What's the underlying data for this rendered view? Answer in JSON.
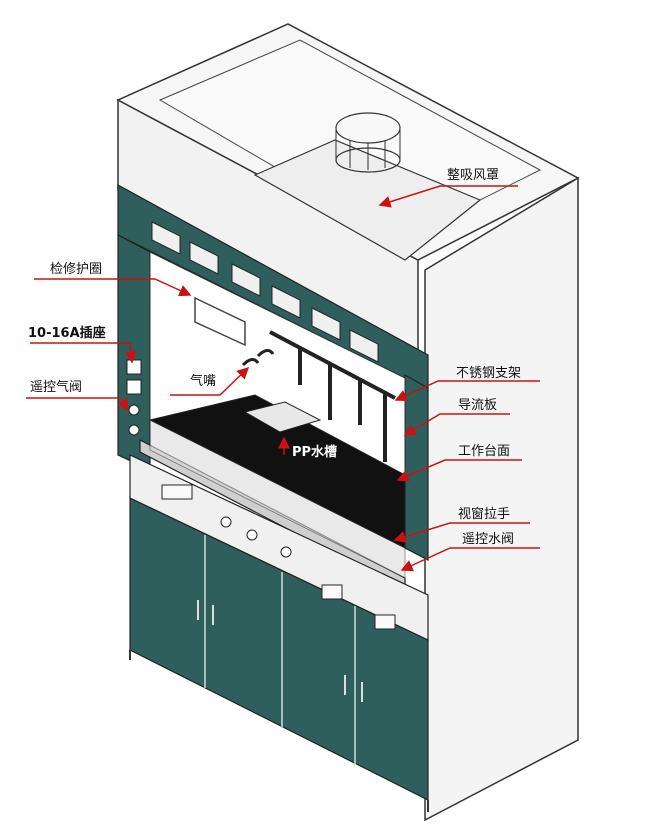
{
  "labels": {
    "exhaust_hood": "整吸风罩",
    "access_guard": "检修护圈",
    "socket": "10-16A插座",
    "remote_gas_valve": "遥控气阀",
    "gas_nozzle": "气嘴",
    "sink": "PP水槽",
    "steel_frame": "不锈钢支架",
    "baffle": "导流板",
    "worktop": "工作台面",
    "sash_handle": "视窗拉手",
    "remote_water_valve": "遥控水阀"
  },
  "colors": {
    "cabinet_teal": "#2f5f5c",
    "panel_teal": "#3a6b68",
    "body_white": "#f2f2f2",
    "outline": "#333333",
    "worktop_black": "#111111",
    "leader_red": "#cc1111"
  }
}
